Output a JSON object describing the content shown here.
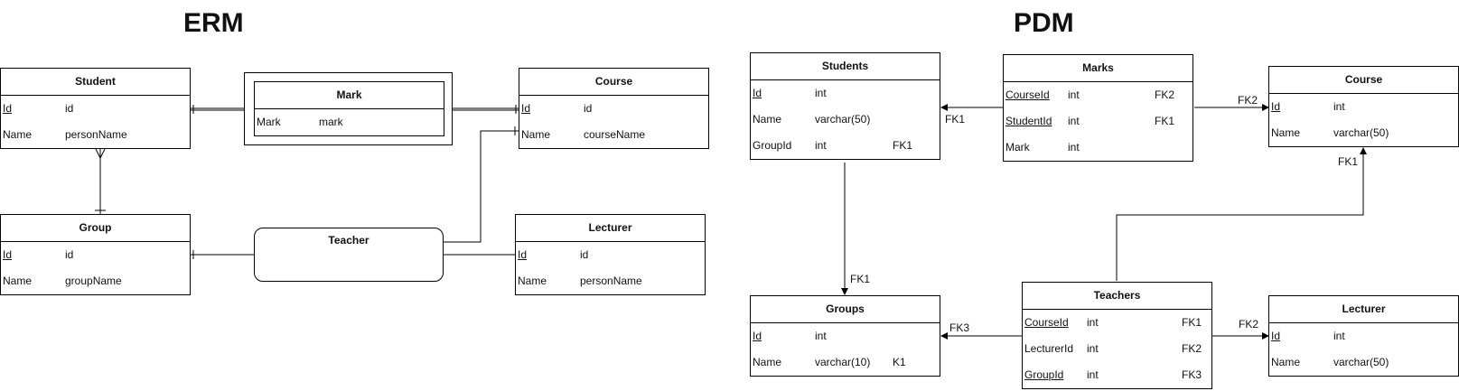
{
  "erm": {
    "title": "ERM",
    "student": {
      "name": "Student",
      "rows": [
        [
          "Id",
          "id"
        ],
        [
          "Name",
          "personName"
        ]
      ]
    },
    "mark": {
      "name": "Mark",
      "rows": [
        [
          "Mark",
          "mark"
        ]
      ]
    },
    "course": {
      "name": "Course",
      "rows": [
        [
          "Id",
          "id"
        ],
        [
          "Name",
          "courseName"
        ]
      ]
    },
    "group": {
      "name": "Group",
      "rows": [
        [
          "Id",
          "id"
        ],
        [
          "Name",
          "groupName"
        ]
      ]
    },
    "teacher": {
      "name": "Teacher"
    },
    "lecturer": {
      "name": "Lecturer",
      "rows": [
        [
          "Id",
          "id"
        ],
        [
          "Name",
          "personName"
        ]
      ]
    }
  },
  "pdm": {
    "title": "PDM",
    "students": {
      "name": "Students",
      "rows": [
        [
          "Id",
          "int",
          ""
        ],
        [
          "Name",
          "varchar(50)",
          ""
        ],
        [
          "GroupId",
          "int",
          "FK1"
        ]
      ]
    },
    "marks": {
      "name": "Marks",
      "rows": [
        [
          "CourseId",
          "int",
          "FK2"
        ],
        [
          "StudentId",
          "int",
          "FK1"
        ],
        [
          "Mark",
          "int",
          ""
        ]
      ]
    },
    "course": {
      "name": "Course",
      "rows": [
        [
          "Id",
          "int"
        ],
        [
          "Name",
          "varchar(50)"
        ]
      ]
    },
    "groups": {
      "name": "Groups",
      "rows": [
        [
          "Id",
          "int",
          ""
        ],
        [
          "Name",
          "varchar(10)",
          "K1"
        ]
      ]
    },
    "teachers": {
      "name": "Teachers",
      "rows": [
        [
          "CourseId",
          "int",
          "FK1"
        ],
        [
          "LecturerId",
          "int",
          "FK2"
        ],
        [
          "GroupId",
          "int",
          "FK3"
        ]
      ]
    },
    "lecturer": {
      "name": "Lecturer",
      "rows": [
        [
          "Id",
          "int"
        ],
        [
          "Name",
          "varchar(50)"
        ]
      ]
    },
    "edge_labels": {
      "marks_students": "FK1",
      "marks_course": "FK2",
      "students_groups": "FK1",
      "teachers_course": "FK1",
      "teachers_groups": "FK3",
      "teachers_lecturer": "FK2"
    }
  }
}
